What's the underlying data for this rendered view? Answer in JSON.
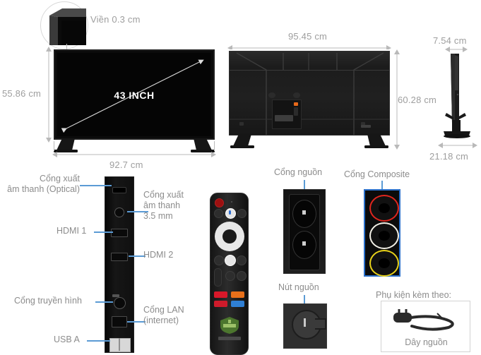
{
  "diagram": {
    "title": "TV 43 inch product dimension and port diagram",
    "accent_color": "#5b9bd5",
    "dim_text_color": "#9e9e9e",
    "label_text_color": "#8c8c8c"
  },
  "front_view": {
    "bezel_callout": "Viền 0.3 cm",
    "screen_size": "43 INCH",
    "height": "55.86 cm",
    "width": "92.7 cm"
  },
  "back_view": {
    "width": "95.45 cm",
    "height": "60.28 cm"
  },
  "side_view": {
    "depth": "7.54 cm",
    "stand_depth": "21.18 cm"
  },
  "ports_panel": {
    "labels": {
      "optical": "Cổng xuất\nâm thanh (Optical)",
      "optical_l1": "Cổng xuất",
      "optical_l2": "âm thanh (Optical)",
      "audio_l1": "Cổng xuất",
      "audio_l2": "âm thanh",
      "audio_l3": "3.5 mm",
      "hdmi1": "HDMI 1",
      "hdmi2": "HDMI 2",
      "tv_tuner": "Cổng truyền hình",
      "lan_l1": "Cổng LAN",
      "lan_l2": "(internet)",
      "usb": "USB A"
    }
  },
  "power_port": {
    "label": "Cổng nguồn"
  },
  "composite_port": {
    "label": "Cổng Composite",
    "jacks": [
      {
        "name": "video-jack-red",
        "color": "#e0261e"
      },
      {
        "name": "audio-jack-white",
        "color": "#f2f0e6"
      },
      {
        "name": "audio-jack-yellow",
        "color": "#e8d21a"
      }
    ]
  },
  "power_button": {
    "label": "Nút nguồn"
  },
  "accessories": {
    "heading": "Phụ kiện kèm theo:",
    "item": "Dây nguồn"
  }
}
